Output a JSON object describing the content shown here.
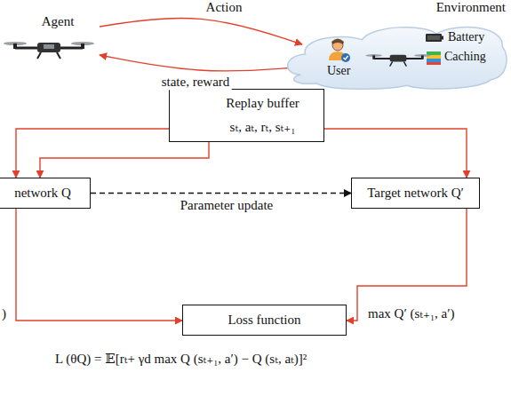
{
  "diagram": {
    "nodes": [
      {
        "text": [
          "Agent"
        ]
      },
      {
        "text": [
          "Environment",
          "Battery",
          "Caching",
          "User"
        ]
      },
      {
        "text": [
          "Replay buffer",
          "sₜ, aₜ, rₜ, sₜ₊₁"
        ]
      },
      {
        "text": [
          "network Q"
        ]
      },
      {
        "text": [
          "Target network Q′"
        ]
      },
      {
        "text": [
          "Loss function"
        ]
      }
    ],
    "edges": [
      {
        "from": 0,
        "to": 1,
        "label": "Action",
        "arrow": "to"
      },
      {
        "from": 1,
        "to": 0,
        "label": "state, reward",
        "arrow": "to"
      },
      {
        "from": 2,
        "to": 3,
        "arrow": "to"
      },
      {
        "from": 2,
        "to": 3,
        "arrow": "to"
      },
      {
        "from": 2,
        "to": 4,
        "arrow": "to"
      },
      {
        "from": 3,
        "to": 4,
        "label": "Parameter update",
        "arrow": "to"
      },
      {
        "from": 3,
        "to": 5,
        "arrow": "to"
      },
      {
        "from": 4,
        "to": 5,
        "arrow": "to"
      }
    ],
    "labels": [
      ")",
      "max Q′ (sₜ₊₁, a′)",
      "L (θQ) = 𝔼[rₜ+ γd max Q (sₜ₊₁, a′) − Q (sₜ, aₜ)]²"
    ]
  }
}
